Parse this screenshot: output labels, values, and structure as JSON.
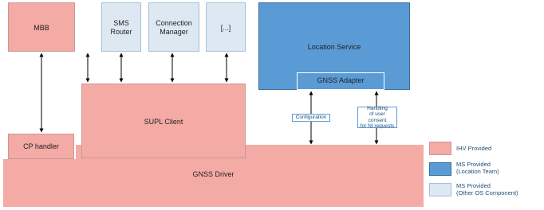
{
  "boxes": {
    "mbb": "MBB",
    "sms_router": "SMS\nRouter",
    "connection_manager": "Connection\nManager",
    "ellipsis": "[...]",
    "location_service": "Location Service",
    "gnss_adapter": "GNSS Adapter",
    "supl_client": "SUPL Client",
    "cp_handler": "CP handler",
    "gnss_driver": "GNSS Driver"
  },
  "annotations": {
    "configuration": "Configuration",
    "consent": "Handling\nof user consent\nfor NI requests"
  },
  "legend": {
    "ihv": {
      "label": "IHV Provided",
      "color": "#f4aaa5"
    },
    "ms_location": {
      "label": "MS Provided\n(Location Team)",
      "color": "#5b9bd5"
    },
    "ms_other": {
      "label": "MS Provided\n(Other OS Component)",
      "color": "#dde8f3"
    }
  }
}
